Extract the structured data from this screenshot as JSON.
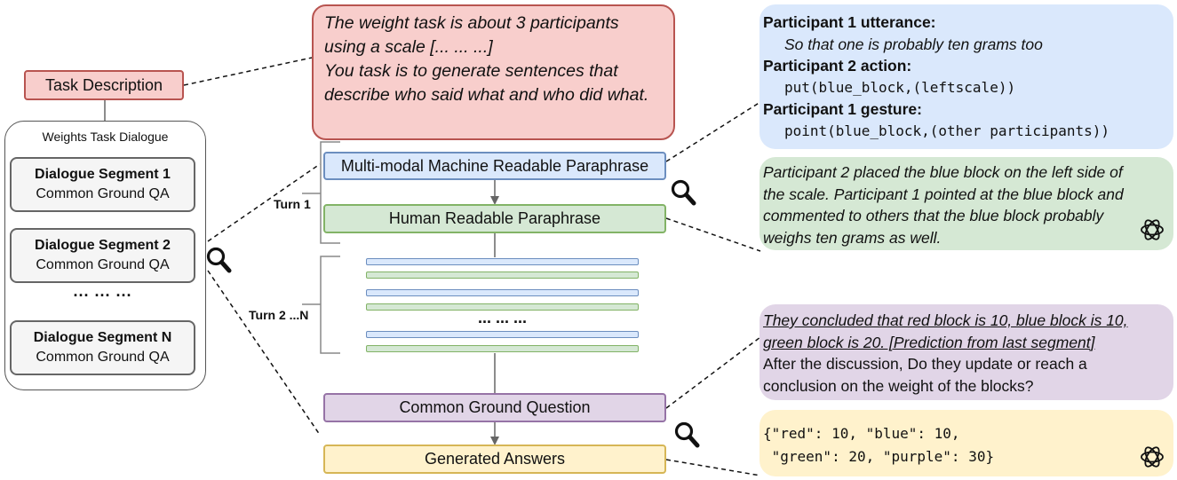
{
  "task_description": {
    "label": "Task Description",
    "bubble_lines": [
      "The weight task is about 3 participants",
      "using a scale [... ... ...]",
      "You task is to generate sentences that",
      "describe who said what and who did what."
    ]
  },
  "dialogue": {
    "title": "Weights Task Dialogue",
    "segments": [
      {
        "name": "Dialogue Segment 1",
        "sub": "Common Ground QA"
      },
      {
        "name": "Dialogue Segment 2",
        "sub": "Common Ground QA"
      },
      {
        "name": "Dialogue Segment N",
        "sub": "Common Ground QA"
      }
    ],
    "ellipsis": "... ... ..."
  },
  "flow": {
    "machine_readable": "Multi-modal Machine Readable Paraphrase",
    "human_readable": "Human Readable Paraphrase",
    "turn1": "Turn 1",
    "turnN": "Turn 2 ...N",
    "bars_ellipsis": "... ... ...",
    "common_ground_question": "Common Ground Question",
    "generated_answers": "Generated Answers"
  },
  "utterance_bubble": {
    "p1_utterance_label": "Participant 1 utterance:",
    "p1_utterance": "So that one is probably ten grams too",
    "p2_action_label": "Participant 2 action:",
    "p2_action": "put(blue_block,(leftscale))",
    "p1_gesture_label": "Participant 1 gesture:",
    "p1_gesture": "point(blue_block,(other participants))"
  },
  "human_bubble": {
    "lines": [
      "Participant 2 placed the blue block on the left side of",
      "the scale. Participant 1 pointed at the blue block and",
      "commented to others that the blue block probably",
      "weighs ten grams as well."
    ]
  },
  "question_bubble": {
    "prediction_line1": "They concluded that red block is 10, blue block is 10,",
    "prediction_line2": "green block is 20. [Prediction from last segment]",
    "question_line1": "After the discussion, Do they update or reach a",
    "question_line2": "conclusion on the weight of the blocks?"
  },
  "answer_bubble": {
    "line1": "{\"red\": 10, \"blue\": 10,",
    "line2": " \"green\": 20, \"purple\": 30}"
  },
  "colors": {
    "red_fill": "#f8cecc",
    "red_stroke": "#b85450",
    "blue_fill": "#dae8fc",
    "blue_stroke": "#6c8ebf",
    "green_fill": "#d5e8d4",
    "green_stroke": "#82b366",
    "purple_fill": "#e1d5e7",
    "purple_stroke": "#9673a6",
    "yellow_fill": "#fff2cc",
    "yellow_stroke": "#d6b656"
  },
  "icons": [
    "magnifier-icon",
    "openai-logo-icon"
  ]
}
